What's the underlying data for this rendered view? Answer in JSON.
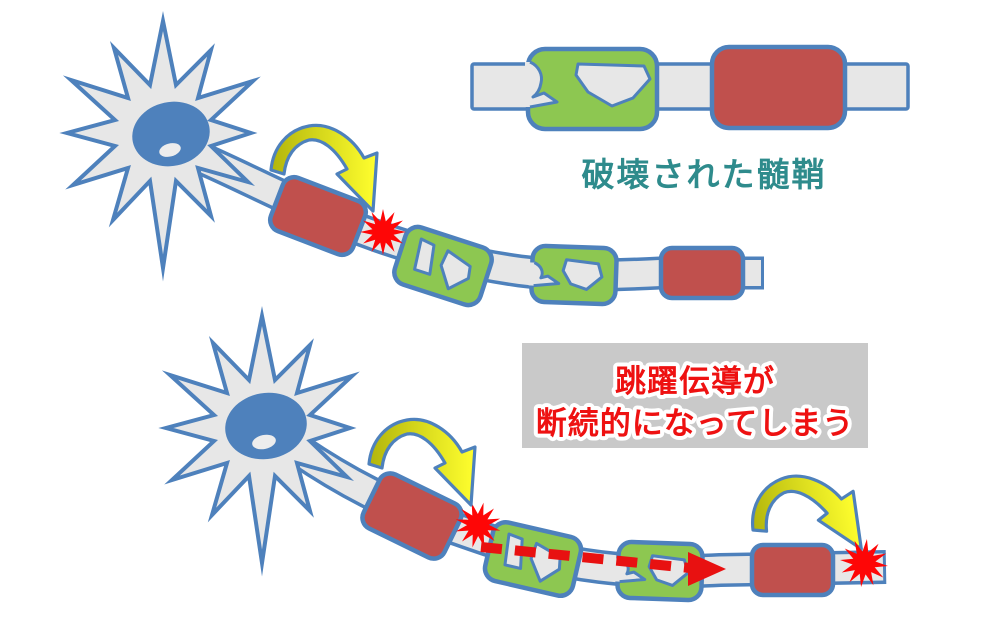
{
  "labels": {
    "damaged_myelin": "破壊された髄鞘",
    "warning_line1": "跳躍伝導が",
    "warning_line2": "断続的になってしまう"
  },
  "colors": {
    "outline-blue": "#4e81bc",
    "fill-gray": "#e7e7e7",
    "myelin-red": "#c0504d",
    "myelin-green": "#8dc751",
    "nucleus-blue": "#4e81bc",
    "burst-red": "#fe0606",
    "dash-red": "#e81111",
    "arrow-yellow-dark": "#b2b50c",
    "arrow-yellow": "#ffff2e",
    "teal-text": "#2e8b8c",
    "warn-red": "#ee1111",
    "box-gray": "#c9c9c9"
  }
}
